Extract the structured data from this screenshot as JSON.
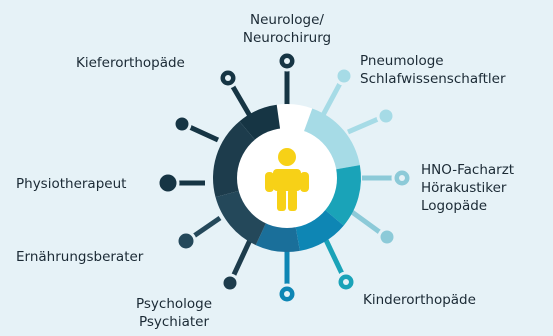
{
  "diagram": {
    "center_icon": "child-figure-icon",
    "colors": {
      "background": "#e6f2f7",
      "center_circle": "#ffffff",
      "figure": "#f7d117",
      "dark_navy": "#163544",
      "dark_slate": "#24485a",
      "light_teal": "#8ccad8",
      "teal": "#1aa3b8",
      "blue": "#0e86b4",
      "line_dark": "#1d3c4c",
      "line_light": "#a6dbe6"
    },
    "specialists": [
      {
        "id": "neuro",
        "lines": [
          "Neurologe/",
          "Neurochirurg"
        ]
      },
      {
        "id": "pneumo",
        "lines": [
          "Pneumologe",
          "Schlafwissenschaftler"
        ]
      },
      {
        "id": "hno",
        "lines": [
          "HNO-Facharzt",
          "Hörakustiker",
          "Logopäde"
        ]
      },
      {
        "id": "kinderortho",
        "lines": [
          "Kinderorthopäde"
        ]
      },
      {
        "id": "psych",
        "lines": [
          "Psychologe",
          "Psychiater"
        ]
      },
      {
        "id": "ernaehrung",
        "lines": [
          "Ernährungsberater"
        ]
      },
      {
        "id": "physio",
        "lines": [
          "Physiotherapeut"
        ]
      },
      {
        "id": "kiefer",
        "lines": [
          "Kieferorthopäde"
        ]
      }
    ]
  }
}
